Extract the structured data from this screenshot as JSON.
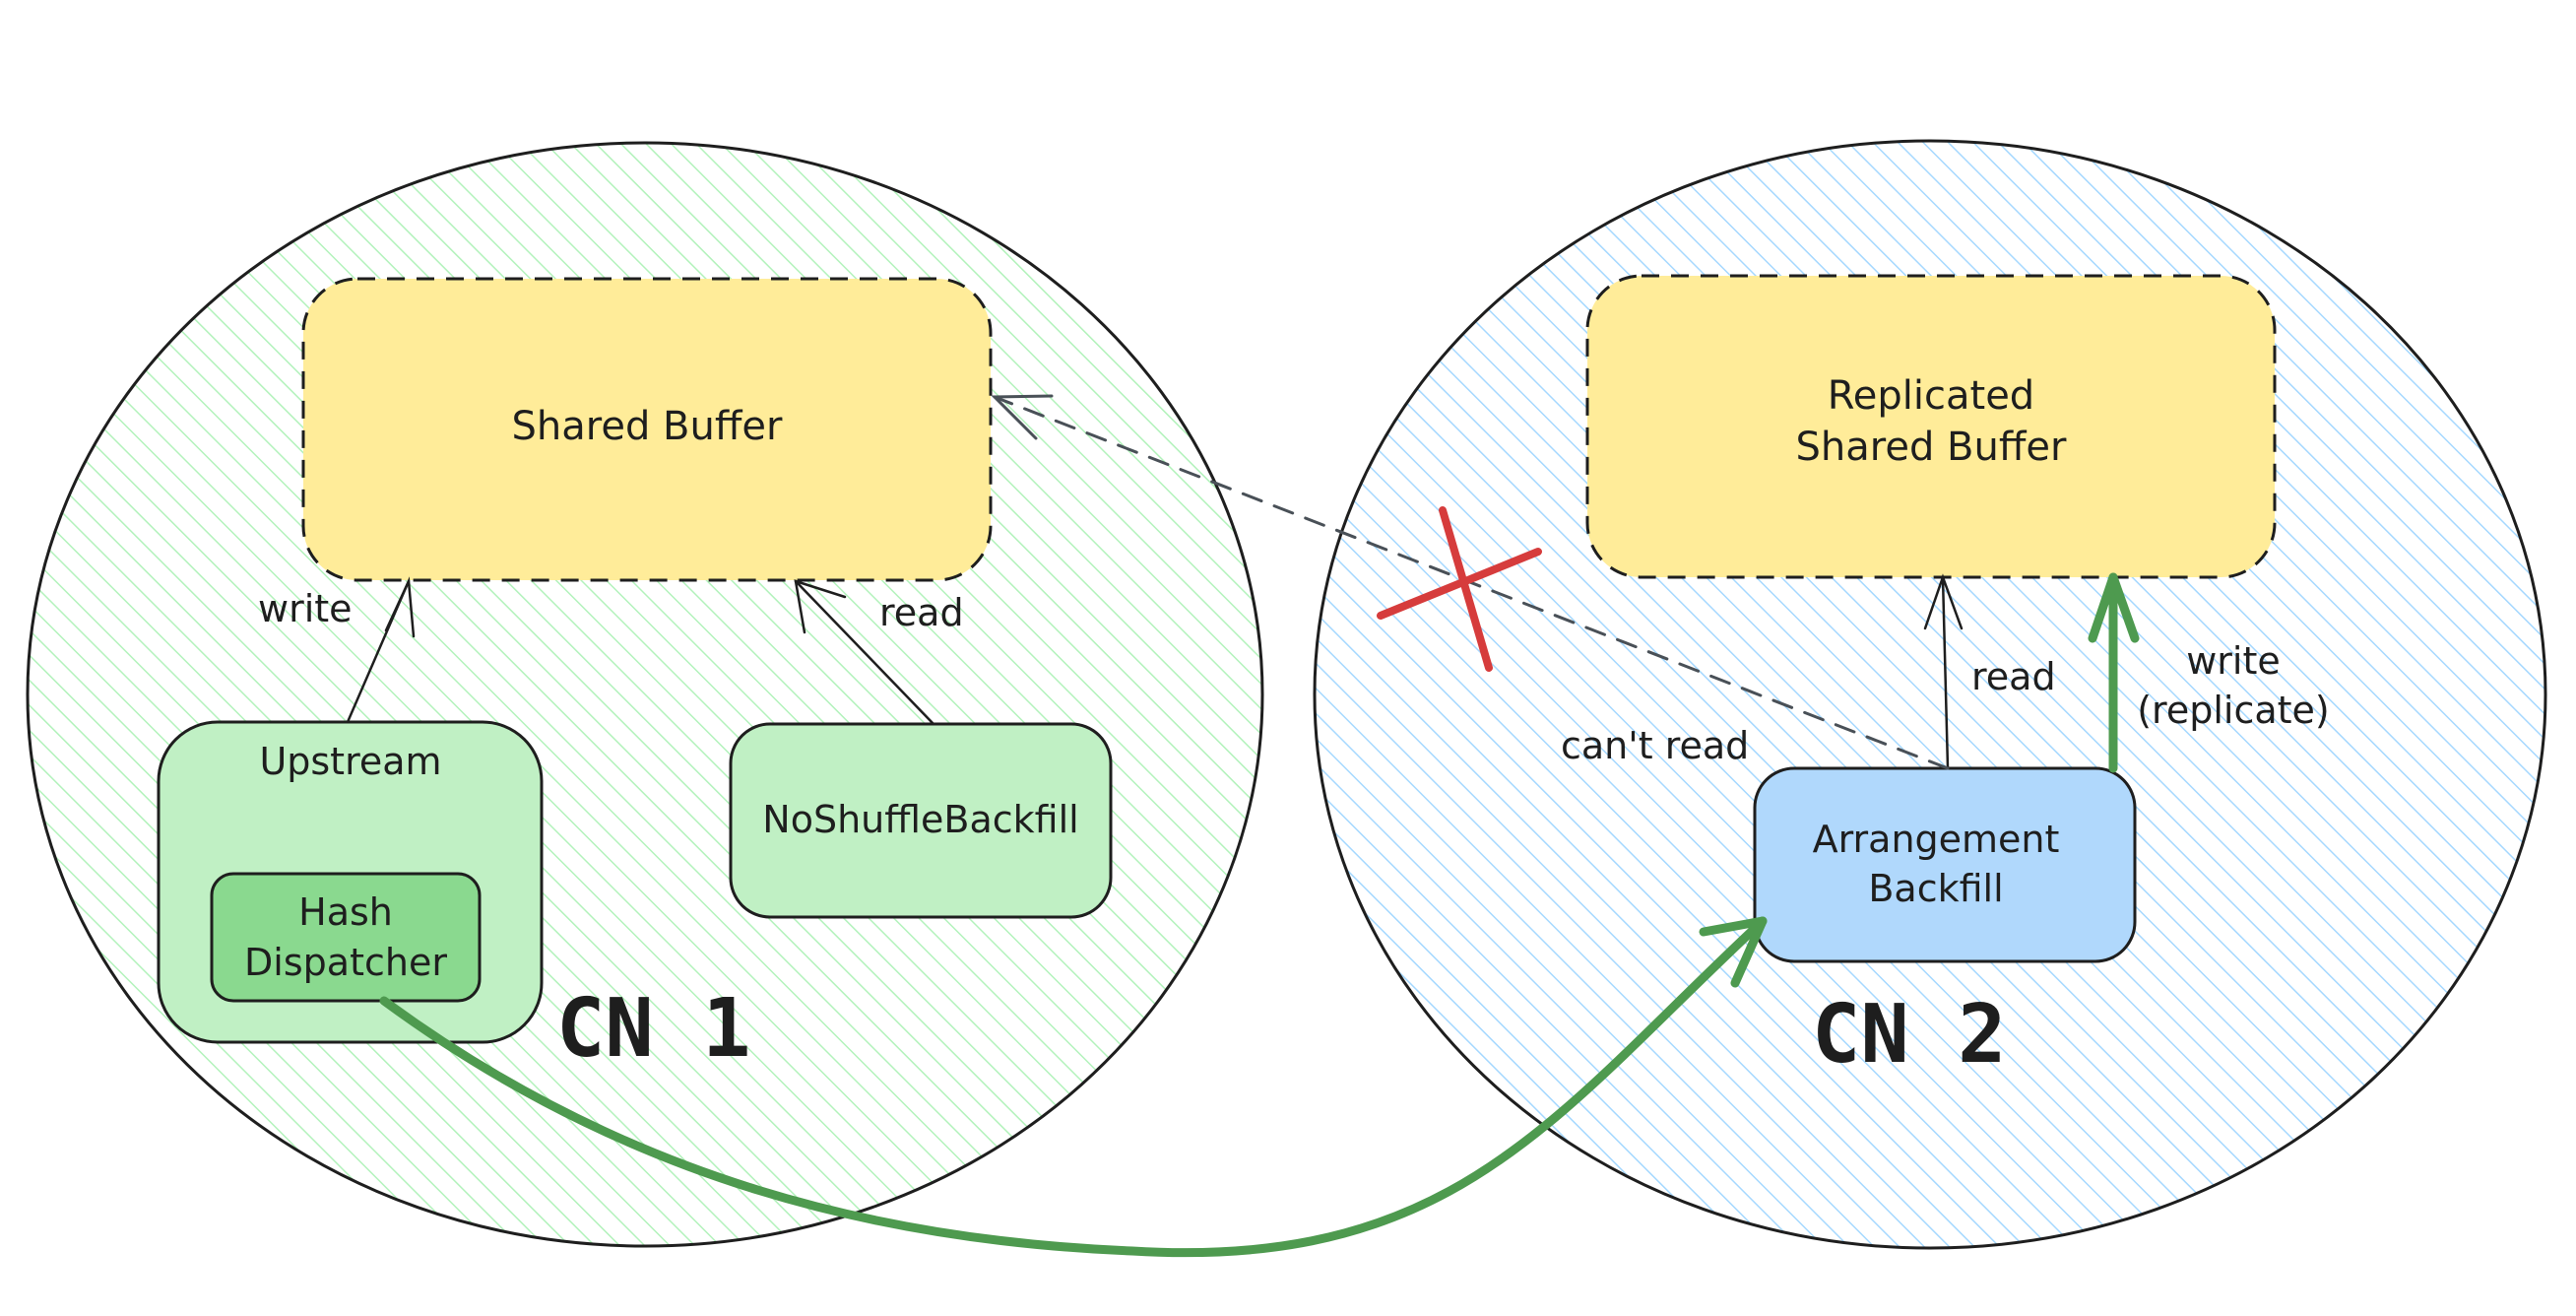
{
  "nodes": {
    "cn1": {
      "label": "CN 1"
    },
    "cn2": {
      "label": "CN 2"
    },
    "shared_buffer": {
      "label": "Shared Buffer"
    },
    "replicated_buffer": {
      "line1": "Replicated",
      "line2": "Shared Buffer"
    },
    "upstream": {
      "label": "Upstream"
    },
    "hash_dispatcher": {
      "line1": "Hash",
      "line2": "Dispatcher"
    },
    "noshuffle_backfill": {
      "label": "NoShuffleBackfill"
    },
    "arrangement_backfill": {
      "line1": "Arrangement",
      "line2": "Backfill"
    }
  },
  "edges": {
    "upstream_write": "write",
    "noshuffle_read": "read",
    "cant_read": "can't read",
    "arrangement_read": "read",
    "replicate_write_line1": "write",
    "replicate_write_line2": "(replicate)"
  },
  "colors": {
    "cn1_hatch": "#b2f2bb",
    "cn2_hatch": "#a5d8ff",
    "buffer_fill": "#ffec99",
    "upstream_fill": "#c0f0c4",
    "dispatcher_fill": "#8ad98f",
    "arrangement_fill": "#b0d8fc",
    "green_arrow": "#4e9a4f",
    "red_cross": "#d63c3c",
    "dashed_arrow": "#495057",
    "stroke": "#1e1e1e"
  }
}
